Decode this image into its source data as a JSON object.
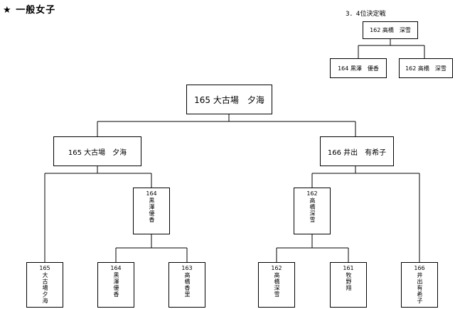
{
  "header": {
    "star": "★",
    "title": "一般女子"
  },
  "third_place": {
    "label": "3．4位決定戦",
    "winner": "162 高橋　深雪",
    "left": "164 黒澤　優香",
    "right": "162 高橋　深雪"
  },
  "final": {
    "winner": "165 大古場　夕海"
  },
  "semis": {
    "left": "165 大古場　夕海",
    "right": "166 井出　有希子"
  },
  "quarters": {
    "left_winner": {
      "num": "164",
      "name": "黒澤優香"
    },
    "right_winner": {
      "num": "162",
      "name": "高橋深雪"
    }
  },
  "entries": [
    {
      "num": "165",
      "name": "大古場夕海"
    },
    {
      "num": "164",
      "name": "黒澤優香"
    },
    {
      "num": "163",
      "name": "高橋香里"
    },
    {
      "num": "162",
      "name": "高橋深雪"
    },
    {
      "num": "161",
      "name": "牧野翔"
    },
    {
      "num": "166",
      "name": "井出有希子"
    }
  ]
}
